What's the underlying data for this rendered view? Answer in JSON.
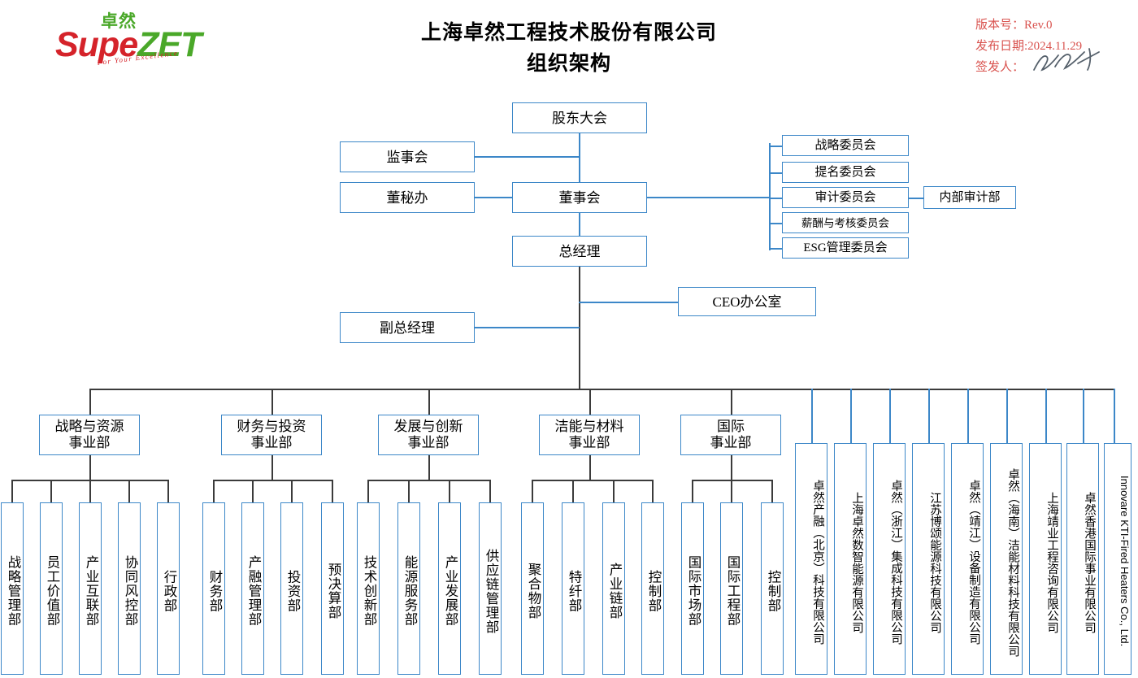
{
  "logo": {
    "cn": "卓然",
    "word_supe": "Supe",
    "word_zet": "ZET",
    "tagline": "For Your Excellence"
  },
  "header": {
    "company": "上海卓然工程技术股份有限公司",
    "doc_title": "组织架构",
    "version_label": "版本号：Rev.0",
    "date_label": "发布日期:2024.11.29",
    "signer_label": "签发人：",
    "meta_color": "#d9534f"
  },
  "chart_data": {
    "type": "diagram",
    "style": {
      "box_border": "#3c87c8",
      "box_fill": "#ffffff",
      "connector_top": "#3c87c8",
      "connector_bottom": "#3b3b3b"
    },
    "top": {
      "shareholders": "股东大会",
      "supervisors": "监事会",
      "board_secretary": "董秘办",
      "board": "董事会",
      "general_manager": "总经理",
      "deputy_gm": "副总经理",
      "ceo_office": "CEO办公室"
    },
    "committees": [
      "战略委员会",
      "提名委员会",
      "审计委员会",
      "薪酬与考核委员会",
      "ESG管理委员会"
    ],
    "internal_audit": "内部审计部",
    "divisions": [
      {
        "name_l1": "战略与资源",
        "name_l2": "事业部",
        "departments": [
          "战略管理部",
          "员工价值部",
          "产业互联部",
          "协同风控部",
          "行政部"
        ]
      },
      {
        "name_l1": "财务与投资",
        "name_l2": "事业部",
        "departments": [
          "财务部",
          "产融管理部",
          "投资部",
          "预决算部"
        ]
      },
      {
        "name_l1": "发展与创新",
        "name_l2": "事业部",
        "departments": [
          "技术创新部",
          "能源服务部",
          "产业发展部",
          "供应链管理部"
        ]
      },
      {
        "name_l1": "洁能与材料",
        "name_l2": "事业部",
        "departments": [
          "聚合物部",
          "特纤部",
          "产业链部",
          "控制部"
        ]
      },
      {
        "name_l1": "国际",
        "name_l2": "事业部",
        "departments": [
          "国际市场部",
          "国际工程部",
          "控制部"
        ]
      }
    ],
    "subsidiaries": [
      "卓然产融（北京）科技有限公司",
      "上海卓然数智能源有限公司",
      "卓然（浙江）集成科技有限公司",
      "江苏博颂能源科技有限公司",
      "卓然（靖江）设备制造有限公司",
      "卓然（海南）洁能材料科技有限公司",
      "上海靖业工程咨询有限公司",
      "卓然香港国际事业有限公司",
      "Innovare KTI-Fired Heaters Co., Ltd."
    ]
  }
}
